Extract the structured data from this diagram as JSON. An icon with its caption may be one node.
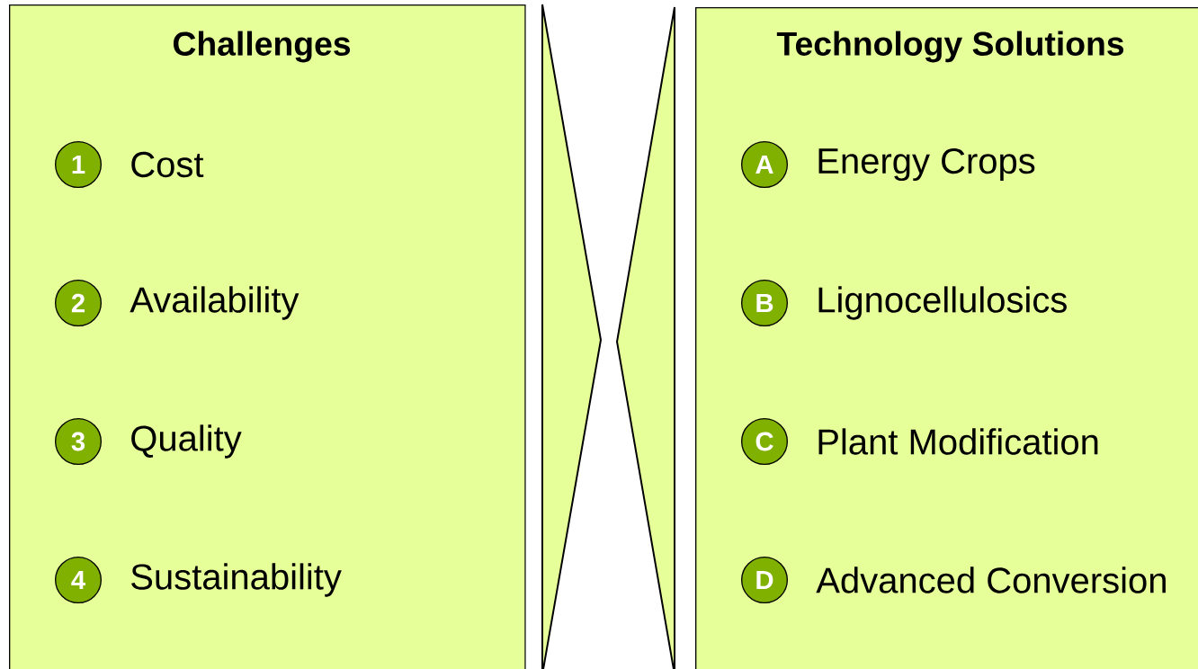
{
  "diagram": {
    "nodes": [
      {
        "text": [
          "Challenges"
        ]
      },
      {
        "text": [
          "1"
        ],
        "in": 0,
        "beside": [
          "Cost"
        ]
      },
      {
        "text": [
          "2"
        ],
        "in": 0,
        "beside": [
          "Availability"
        ]
      },
      {
        "text": [
          "3"
        ],
        "in": 0,
        "beside": [
          "Quality"
        ]
      },
      {
        "text": [
          "4"
        ],
        "in": 0,
        "beside": [
          "Sustainability"
        ]
      },
      {
        "text": [
          "Technology Solutions"
        ]
      },
      {
        "text": [
          "A"
        ],
        "in": 5,
        "beside": [
          "Energy Crops"
        ]
      },
      {
        "text": [
          "B"
        ],
        "in": 5,
        "beside": [
          "Lignocellulosics"
        ]
      },
      {
        "text": [
          "C"
        ],
        "in": 5,
        "beside": [
          "Plant Modification"
        ]
      },
      {
        "text": [
          "D"
        ],
        "in": 5,
        "beside": [
          "Advanced Conversion"
        ]
      }
    ]
  }
}
